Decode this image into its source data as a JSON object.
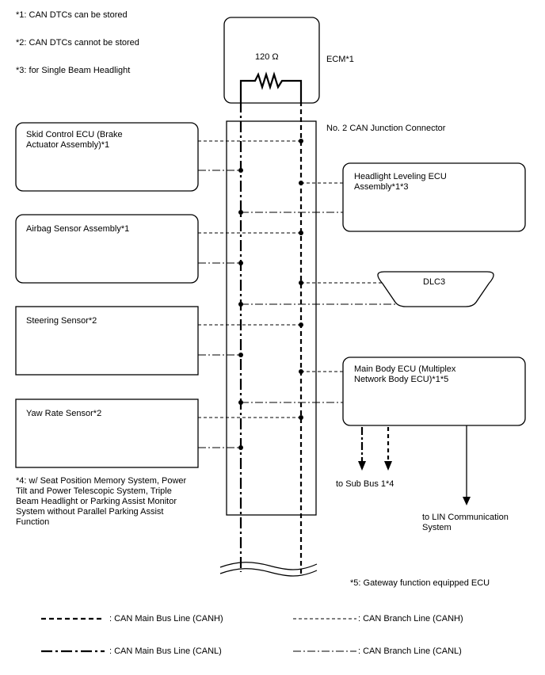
{
  "notes": {
    "n1": "*1: CAN DTCs can be stored",
    "n2": "*2: CAN DTCs cannot be stored",
    "n3": "*3: for Single Beam Headlight",
    "n4": "*4: w/ Seat Position Memory System, Power\nTilt and Power Telescopic System, Triple\nBeam Headlight or Parking Assist Monitor\nSystem without Parallel Parking Assist\nFunction",
    "n5": "*5: Gateway function equipped ECU"
  },
  "ecm": {
    "label": "ECM*1",
    "resistor": "120 Ω"
  },
  "junction": {
    "label": "No. 2 CAN Junction Connector"
  },
  "ecus": {
    "skid": "Skid Control ECU (Brake\nActuator Assembly)*1",
    "airbag": "Airbag Sensor Assembly*1",
    "steering": "Steering Sensor*2",
    "yaw": "Yaw Rate Sensor*2",
    "headlight": "Headlight Leveling ECU\nAssembly*1*3",
    "dlc3": "DLC3",
    "mainbody": "Main Body ECU (Multiplex\nNetwork Body ECU)*1*5"
  },
  "outputs": {
    "subbus": "to Sub Bus 1*4",
    "lin": "to LIN Communication\nSystem"
  },
  "legend": {
    "main_h": ": CAN Main Bus Line (CANH)",
    "main_l": ": CAN Main Bus Line (CANL)",
    "branch_h": ": CAN Branch Line (CANH)",
    "branch_l": ": CAN Branch Line (CANL)"
  }
}
